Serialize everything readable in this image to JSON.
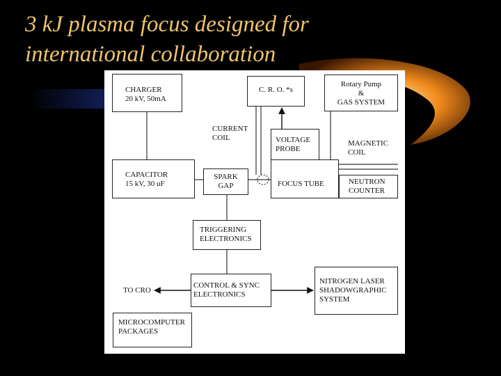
{
  "slide": {
    "title": "3 kJ plasma focus designed for\ninternational collaboration"
  },
  "diagram": {
    "boxes": {
      "charger": "CHARGER\n20 kV, 50mA",
      "cro": "C. R. O. *s",
      "rotary_pump": "Rotary Pump\n&\nGAS SYSTEM",
      "voltage_probe": "VOLTAGE\nPROBE",
      "capacitor": "CAPACITOR\n15 kV, 30 uF",
      "spark_gap": "SPARK\nGAP",
      "focus_tube": "FOCUS TUBE",
      "neutron_counter": "NEUTRON\nCOUNTER",
      "triggering": "TRIGGERING\nELECTRONICS",
      "control_sync": "CONTROL & SYNC\nELECTRONICS",
      "nitrogen_laser": "NITROGEN LASER\nSHADOWGRAPHIC\nSYSTEM",
      "microcomputer": "MICROCOMPUTER\nPACKAGES"
    },
    "labels": {
      "current_coil": "CURRENT\nCOIL",
      "magnetic_coil": "MAGNETIC\nCOIL",
      "to_cro": "TO CRO"
    }
  },
  "colors": {
    "background": "#000000",
    "title": "#f0c36a",
    "swoosh": "#e07a10"
  }
}
